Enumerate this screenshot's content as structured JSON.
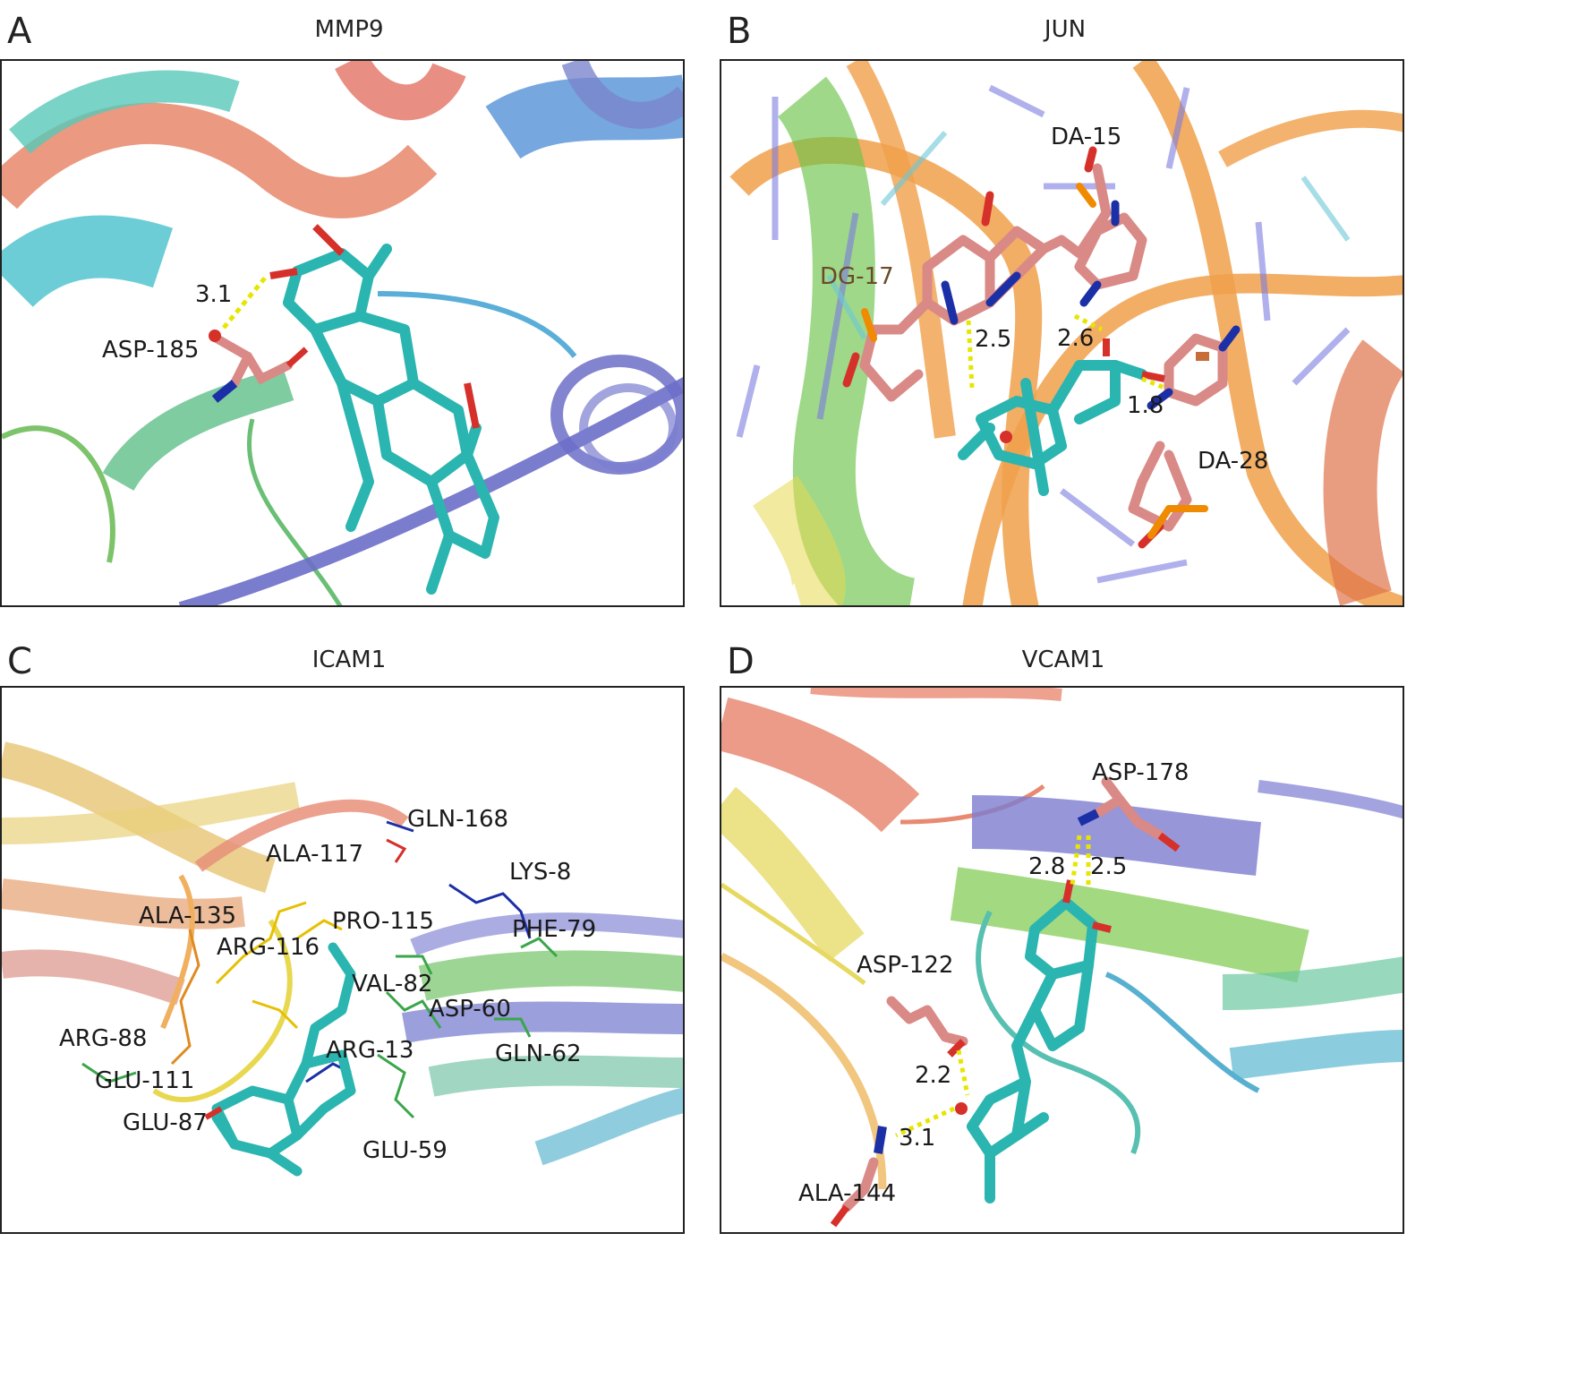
{
  "panels": [
    {
      "letter": "A",
      "title": "MMP9",
      "labels": {
        "residue1": "ASP-185",
        "dist1": "3.1"
      }
    },
    {
      "letter": "B",
      "title": "JUN",
      "labels": {
        "r1": "DA-15",
        "r2": "DG-17",
        "r3": "DA-28",
        "d1": "2.5",
        "d2": "2.6",
        "d3": "1.8"
      }
    },
    {
      "letter": "C",
      "title": "ICAM1",
      "labels": {
        "r1": "GLN-168",
        "r2": "ALA-117",
        "r3": "LYS-8",
        "r4": "ALA-135",
        "r5": "PRO-115",
        "r6": "PHE-79",
        "r7": "ARG-116",
        "r8": "VAL-82",
        "r9": "ASP-60",
        "r10": "ARG-88",
        "r11": "ARG-13",
        "r12": "GLN-62",
        "r13": "GLU-111",
        "r14": "GLU-87",
        "r15": "GLU-59"
      }
    },
    {
      "letter": "D",
      "title": "VCAM1",
      "labels": {
        "r1": "ASP-178",
        "r2": "ASP-122",
        "r3": "ALA-144",
        "d1": "2.8",
        "d2": "2.5",
        "d3": "2.2",
        "d4": "3.1"
      }
    }
  ],
  "colors": {
    "ligand": "#2bb5b0",
    "residue": "#d98a86",
    "hbond": "#e6e600",
    "nitrogen": "#1b2fa6",
    "oxygen": "#d6302b",
    "phosphorus": "#f08a00"
  }
}
